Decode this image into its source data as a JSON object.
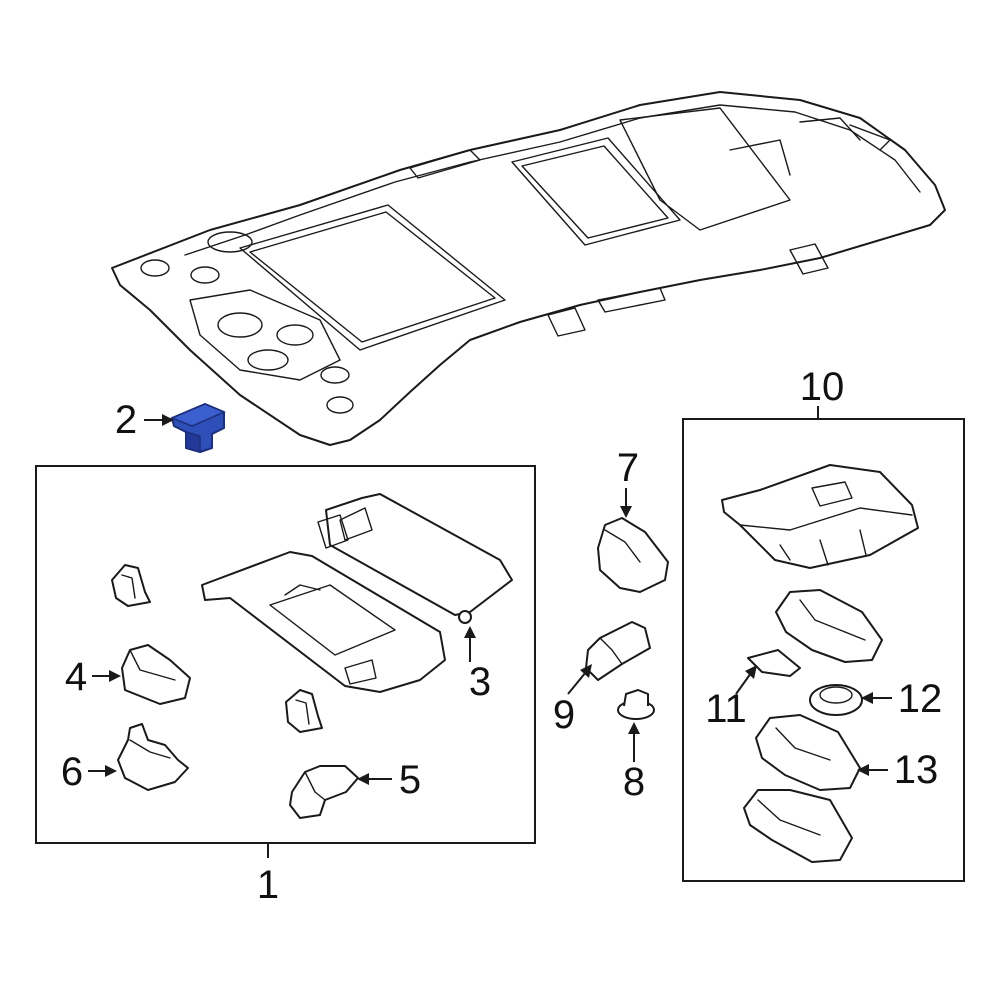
{
  "callouts": {
    "c1": "1",
    "c2": "2",
    "c3": "3",
    "c4": "4",
    "c5": "5",
    "c6": "6",
    "c7": "7",
    "c8": "8",
    "c9": "9",
    "c10": "10",
    "c11": "11",
    "c12": "12",
    "c13": "13"
  },
  "colors": {
    "highlight": "#2f4fb8",
    "highlight_dark": "#1c2f7a",
    "line": "#1a1a1a",
    "background": "#ffffff"
  }
}
